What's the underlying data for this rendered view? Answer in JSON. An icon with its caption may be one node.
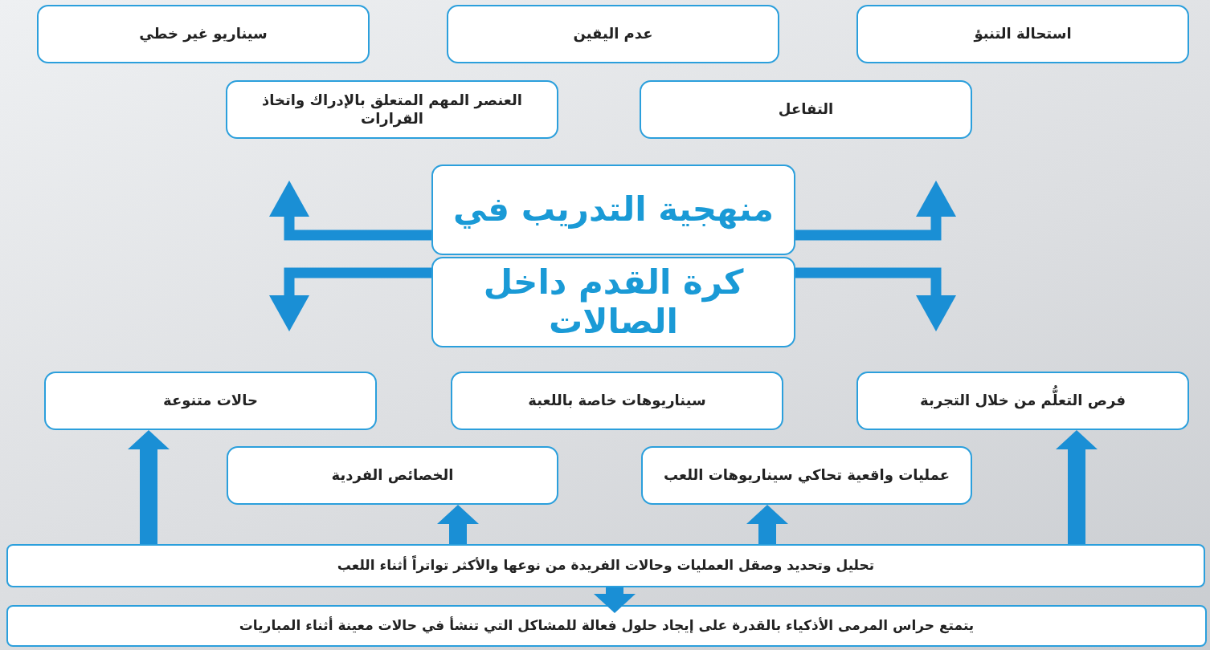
{
  "diagram": {
    "nodes": [
      {
        "text": [
          "استحالة التنبؤ"
        ]
      },
      {
        "text": [
          "عدم اليقين"
        ]
      },
      {
        "text": [
          "سيناريو غير خطي"
        ]
      },
      {
        "text": [
          "التفاعل"
        ]
      },
      {
        "text": [
          "العنصر المهم المتعلق بالإدراك واتخاذ القرارات"
        ]
      },
      {
        "text": [
          "منهجية التدريب في"
        ]
      },
      {
        "text": [
          "كرة القدم داخل الصالات"
        ]
      },
      {
        "text": [
          "فرص التعلُّم من خلال التجربة"
        ]
      },
      {
        "text": [
          "سيناريوهات خاصة باللعبة"
        ]
      },
      {
        "text": [
          "حالات متنوعة"
        ]
      },
      {
        "text": [
          "عمليات واقعية تحاكي سيناريوهات اللعب"
        ]
      },
      {
        "text": [
          "الخصائص الفردية"
        ]
      },
      {
        "text": [
          "تحليل وتحديد وصقل العمليات وحالات الفريدة من نوعها والأكثر تواتراً أثناء اللعب"
        ]
      },
      {
        "text": [
          "يتمتع حراس المرمى الأذكياء بالقدرة على إيجاد حلول فعالة للمشاكل التي تنشأ في حالات معينة أثناء المباريات"
        ]
      }
    ],
    "edges": [
      {
        "from": 5,
        "to": null,
        "arrow": "to"
      },
      {
        "from": 5,
        "to": null,
        "arrow": "to"
      },
      {
        "from": 6,
        "to": null,
        "arrow": "to"
      },
      {
        "from": 6,
        "to": null,
        "arrow": "to"
      },
      {
        "from": 12,
        "to": 9,
        "arrow": "to"
      },
      {
        "from": 12,
        "to": 11,
        "arrow": "to"
      },
      {
        "from": 12,
        "to": 10,
        "arrow": "to"
      },
      {
        "from": 12,
        "to": 7,
        "arrow": "to"
      },
      {
        "from": 12,
        "to": 13,
        "arrow": "to"
      }
    ]
  }
}
